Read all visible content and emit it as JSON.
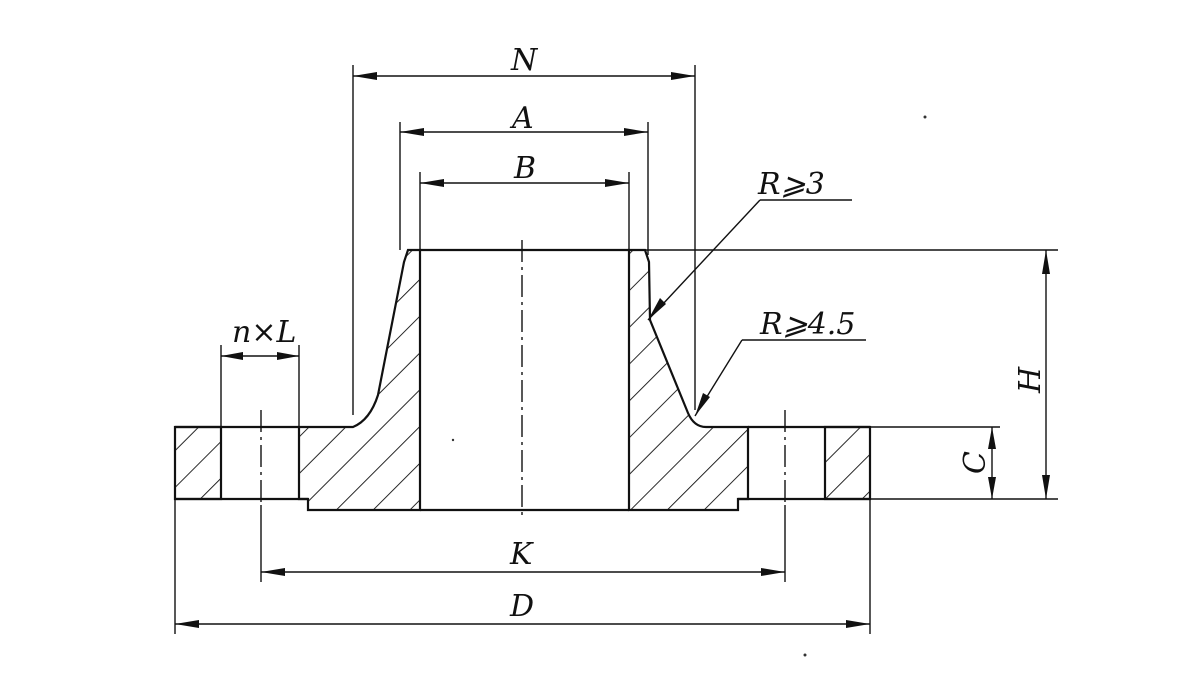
{
  "labels": {
    "N": "N",
    "A": "A",
    "B": "B",
    "R3": "R⩾3",
    "R45": "R⩾4.5",
    "nL": "n×L",
    "H": "H",
    "C": "C",
    "K": "K",
    "D": "D"
  },
  "colors": {
    "ink": "#111111",
    "paper": "#ffffff"
  }
}
